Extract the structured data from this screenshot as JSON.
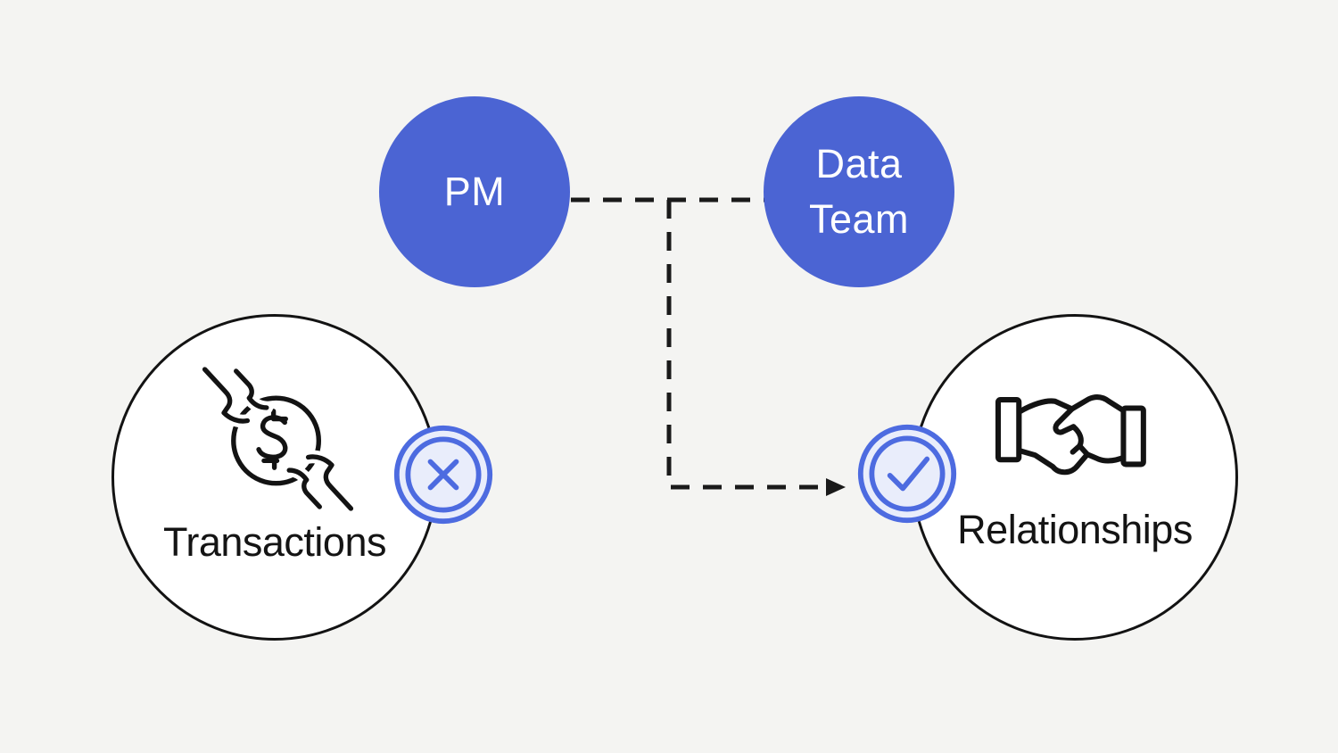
{
  "colors": {
    "background": "#f4f4f2",
    "node-blue": "#4b64d3",
    "node-text": "#ffffff",
    "badge-blue": "#4d6be0",
    "badge-fill": "#e9edfb",
    "outline-dark": "#131313",
    "connector": "#1a1a1a",
    "label-dark": "#141414"
  },
  "nodes": {
    "pm": {
      "label": "PM"
    },
    "data_team": {
      "line1": "Data",
      "line2": "Team"
    },
    "transactions": {
      "label": "Transactions",
      "icon": "money-exchange-icon",
      "badge": "x-cross-icon"
    },
    "relationships": {
      "label": "Relationships",
      "icon": "handshake-icon",
      "badge": "check-icon"
    }
  },
  "connectors": {
    "pm_to_data_team": "dashed-line",
    "midpoint_to_relationships": "dashed-elbow-arrow"
  }
}
